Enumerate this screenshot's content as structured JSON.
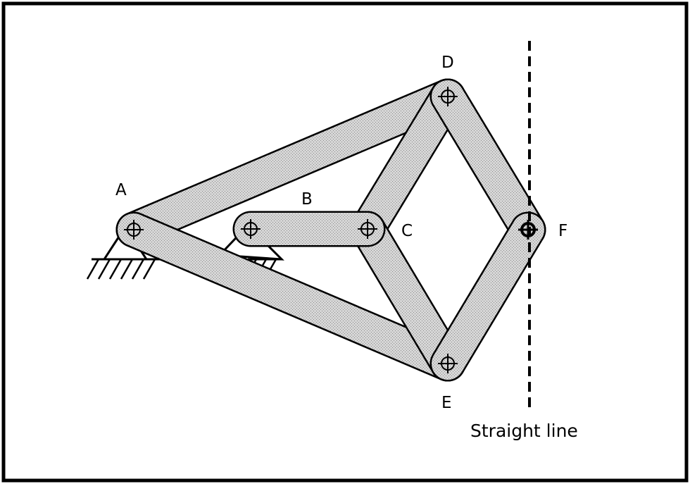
{
  "diagram": {
    "labels": {
      "a": "A",
      "b": "B",
      "c": "C",
      "d": "D",
      "e": "E",
      "f": "F"
    },
    "caption": "Straight line"
  },
  "colors": {
    "link_fill": "#d6d6d6",
    "link_dots": "#8a8a8a",
    "outline": "#000000",
    "background": "#ffffff"
  }
}
